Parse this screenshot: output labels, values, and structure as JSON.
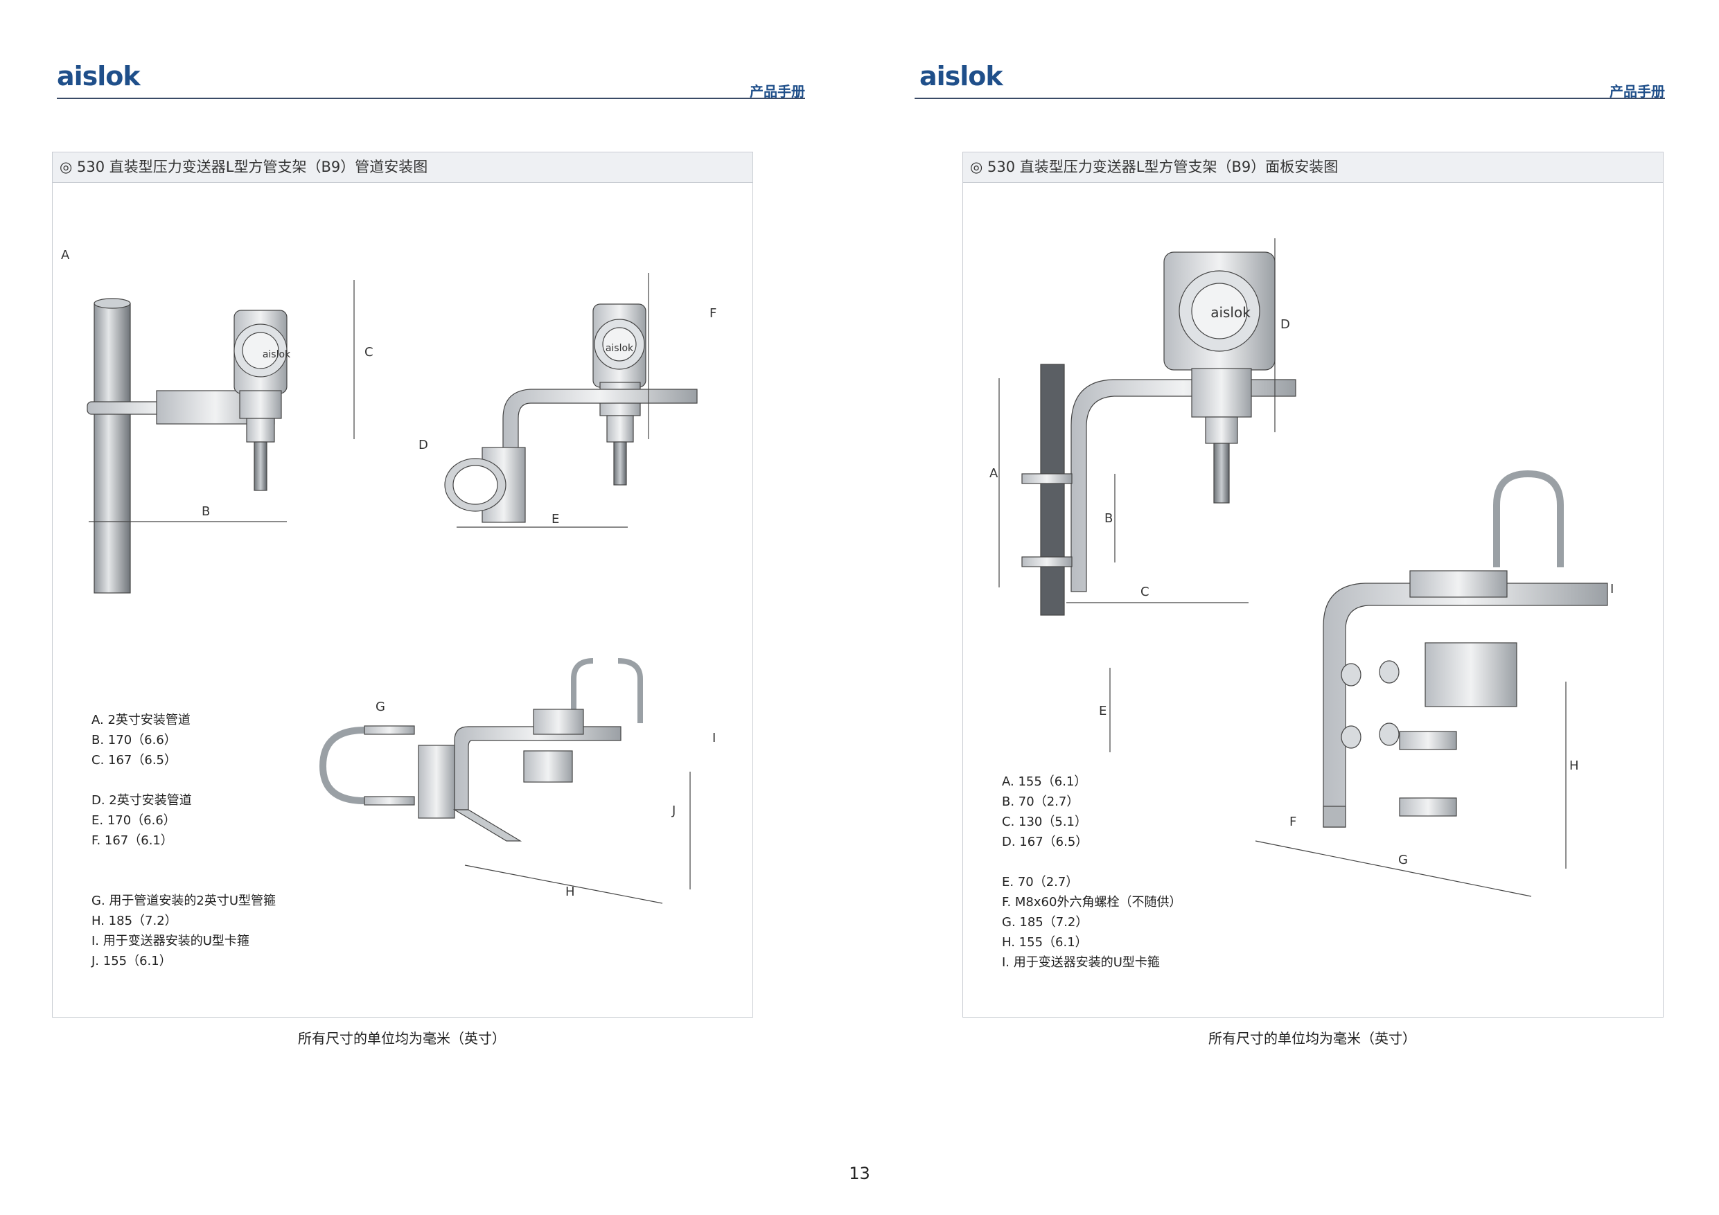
{
  "brand": "aislok",
  "manual_label": "产品手册",
  "left": {
    "title": "◎ 530 直装型压力变送器L型方管支架（B9）管道安装图",
    "legend": [
      [
        "A. 2英寸安装管道",
        "B. 170（6.6）",
        "C. 167（6.5）"
      ],
      [
        "D. 2英寸安装管道",
        "E. 170（6.6）",
        "F. 167（6.1）"
      ],
      [
        "G. 用于管道安装的2英寸U型管箍",
        "H. 185（7.2）",
        "I. 用于变送器安装的U型卡箍",
        "J. 155（6.1）"
      ]
    ],
    "footnote": "所有尺寸的单位均为毫米（英寸）",
    "labels": {
      "A": "A",
      "B": "B",
      "C": "C",
      "D": "D",
      "E": "E",
      "F": "F",
      "G": "G",
      "H": "H",
      "I": "I",
      "J": "J"
    }
  },
  "right": {
    "title": "◎ 530 直装型压力变送器L型方管支架（B9）面板安装图",
    "legend": [
      [
        "A. 155（6.1）",
        "B. 70（2.7）",
        "C. 130（5.1）",
        "D. 167（6.5）"
      ],
      [
        "E. 70（2.7）",
        "F. M8x60外六角螺栓（不随供）",
        "G. 185（7.2）",
        "H. 155（6.1）",
        "I. 用于变送器安装的U型卡箍"
      ]
    ],
    "footnote": "所有尺寸的单位均为毫米（英寸）",
    "labels": {
      "A": "A",
      "B": "B",
      "C": "C",
      "D": "D",
      "E": "E",
      "F": "F",
      "G": "G",
      "H": "H",
      "I": "I"
    }
  },
  "transmitter_badge": "aislok",
  "page_number": "13"
}
